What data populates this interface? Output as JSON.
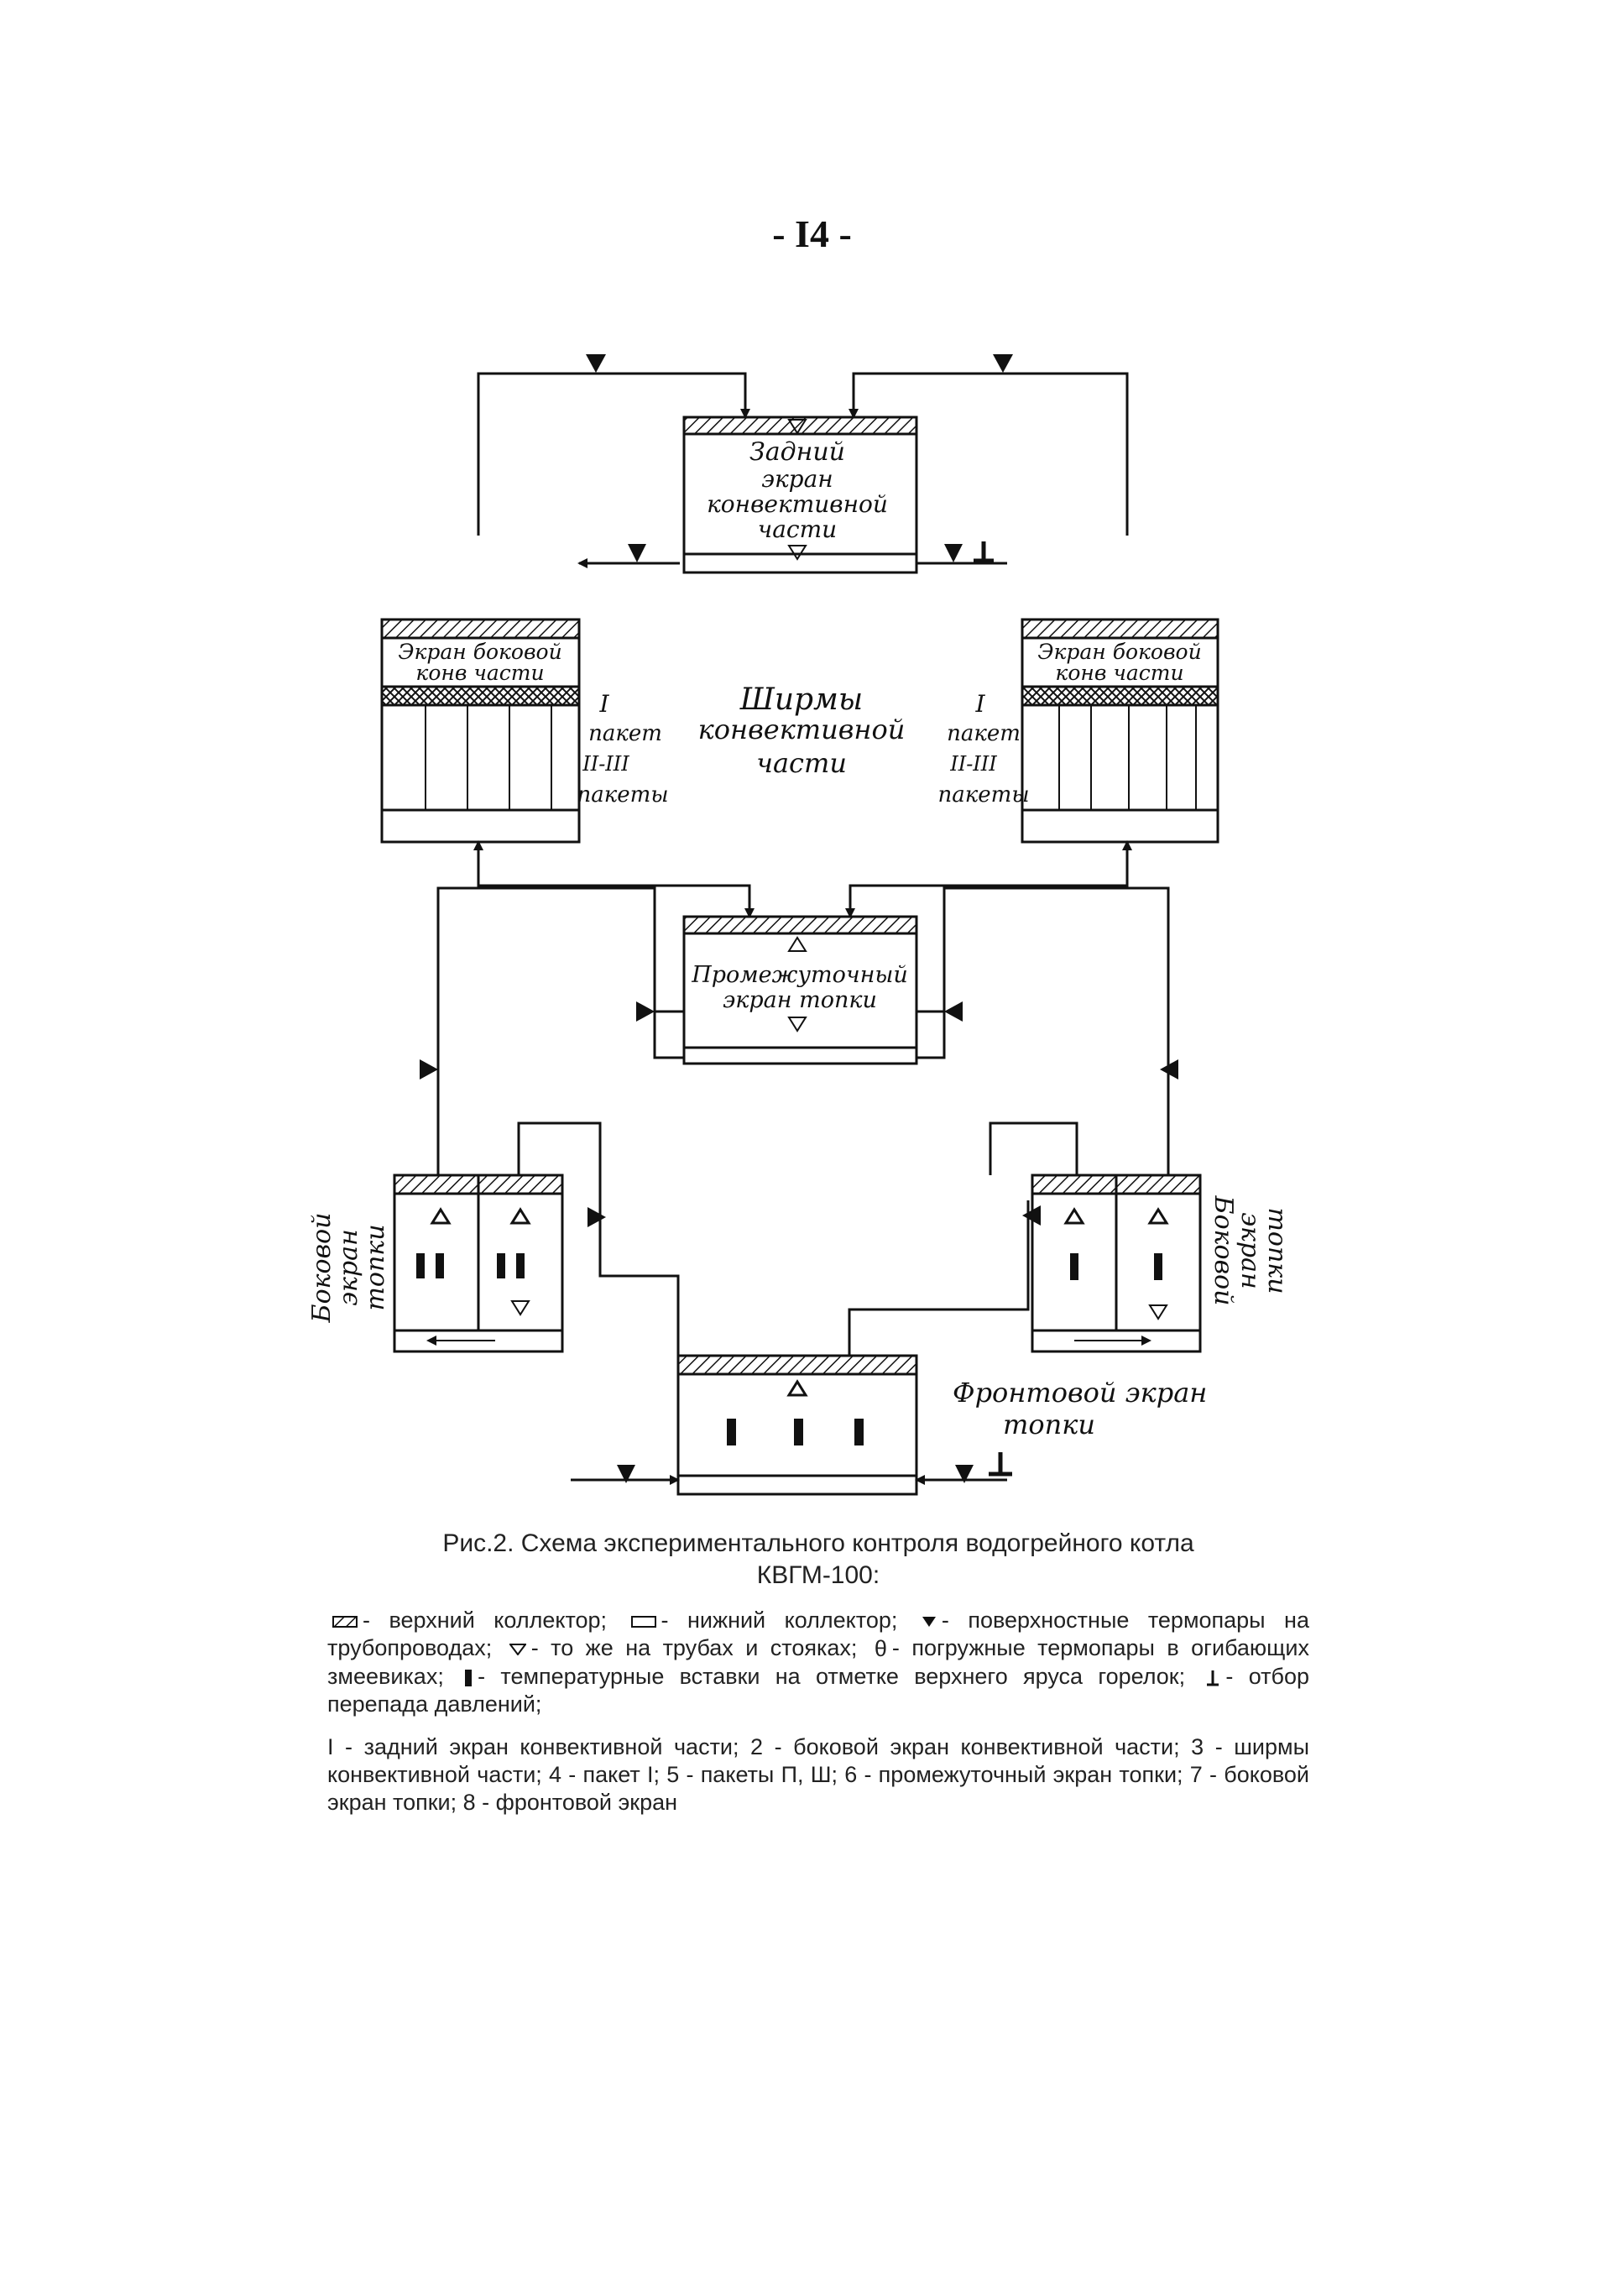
{
  "page_number": "- I4 -",
  "blocks": {
    "back_screen": [
      "Задний",
      "экран",
      "конвективной",
      "части"
    ],
    "side_conv_left": [
      "Экран боковой",
      "конв части"
    ],
    "side_conv_right": [
      "Экран боковой",
      "конв части"
    ],
    "screens_conv": [
      "Ширмы",
      "конвективной",
      "части"
    ],
    "packet_left": [
      "I",
      "пакет",
      "II-III",
      "пакеты"
    ],
    "packet_right": [
      "I",
      "пакет",
      "II-III",
      "пакеты"
    ],
    "intermediate": [
      "Промежуточный",
      "экран топки"
    ],
    "side_furnace_left": [
      "Боковой",
      "экран",
      "топки"
    ],
    "side_furnace_right": [
      "Боковой",
      "экран",
      "топки"
    ],
    "front_screen": [
      "Фронтовой экран",
      "топки"
    ]
  },
  "caption": {
    "title_line1": "Рис.2. Схема экспериментального контроля водогрейного котла",
    "title_line2": "КВГМ-100:",
    "legend": {
      "upper_collector": "- верхний коллектор;",
      "lower_collector": "- нижний коллектор;",
      "surface_tc": "- поверхностные термопары на трубопроводах;",
      "tubes_tc": "- то же на трубах и стояках;",
      "immersion_tc": "- погружные термопары в огибающих змеевиках;",
      "temp_inserts": "- температурные вставки на отметке верхнего яруса горелок;",
      "pressure_drop": "- отбор перепада давлений;"
    },
    "list": "I - задний экран конвективной части; 2 - боковой экран конвективной части; 3 - ширмы конвективной части; 4 - пакет I; 5 - пакеты П, Ш; 6 - промежуточный экран топки; 7 - боковой экран топки; 8 - фронтовой экран"
  }
}
